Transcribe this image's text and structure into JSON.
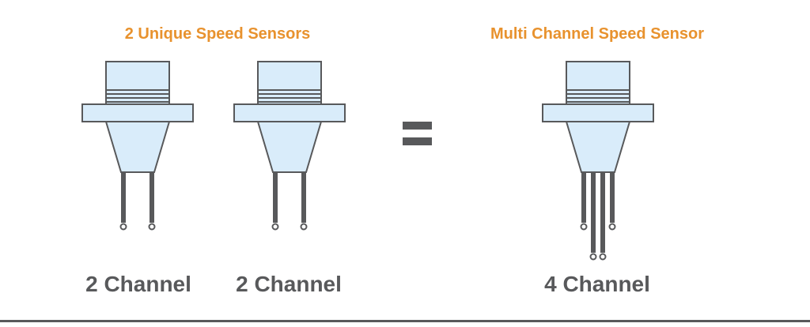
{
  "colors": {
    "heading": "#E8922E",
    "text": "#58595B",
    "outline": "#58595B",
    "fill": "#D9ECFA",
    "baseline": "#58595B"
  },
  "headings": {
    "left": "2 Unique Speed Sensors",
    "right": "Multi Channel Speed Sensor"
  },
  "sensors": [
    {
      "label": "2 Channel",
      "channels": 2
    },
    {
      "label": "2 Channel",
      "channels": 2
    },
    {
      "label": "4 Channel",
      "channels": 4
    }
  ],
  "operator": "equals-sign"
}
